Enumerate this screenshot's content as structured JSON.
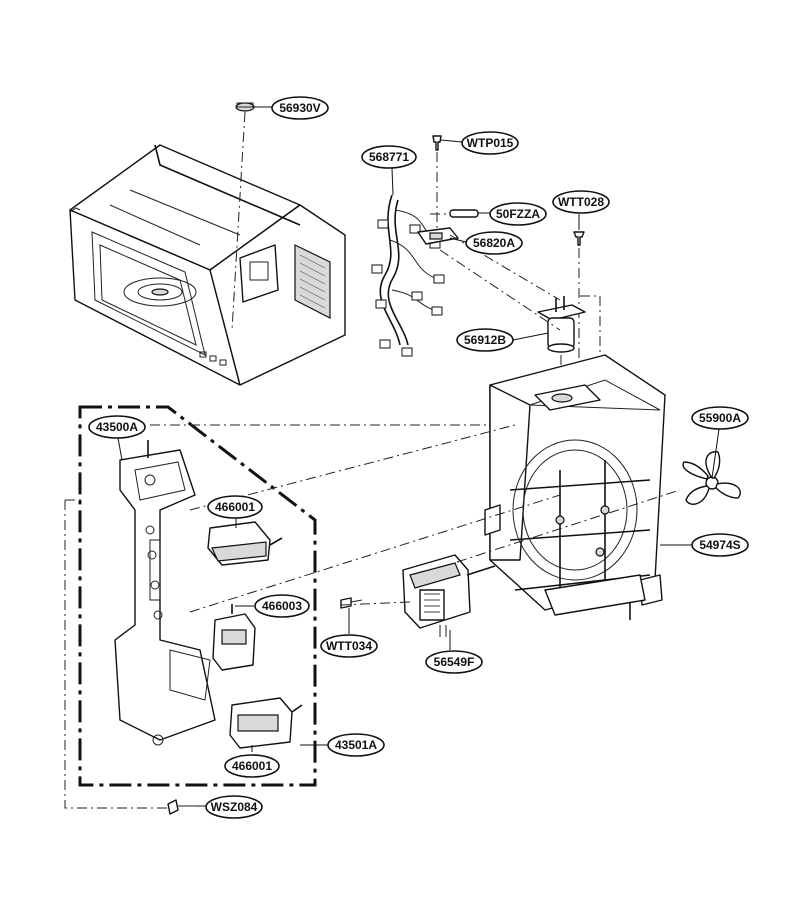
{
  "part_labels": [
    {
      "id": "56930V",
      "text": "56930V"
    },
    {
      "id": "WTP015",
      "text": "WTP015"
    },
    {
      "id": "568771",
      "text": "568771"
    },
    {
      "id": "50FZZA",
      "text": "50FZZA"
    },
    {
      "id": "56820A",
      "text": "56820A"
    },
    {
      "id": "WTT028",
      "text": "WTT028"
    },
    {
      "id": "56912B",
      "text": "56912B"
    },
    {
      "id": "55900A",
      "text": "55900A"
    },
    {
      "id": "43500A",
      "text": "43500A"
    },
    {
      "id": "466001a",
      "text": "466001"
    },
    {
      "id": "466003",
      "text": "466003"
    },
    {
      "id": "54974S",
      "text": "54974S"
    },
    {
      "id": "WTT034",
      "text": "WTT034"
    },
    {
      "id": "56549F",
      "text": "56549F"
    },
    {
      "id": "466001b",
      "text": "466001"
    },
    {
      "id": "43501A",
      "text": "43501A"
    },
    {
      "id": "WSZ084",
      "text": "WSZ084"
    }
  ]
}
